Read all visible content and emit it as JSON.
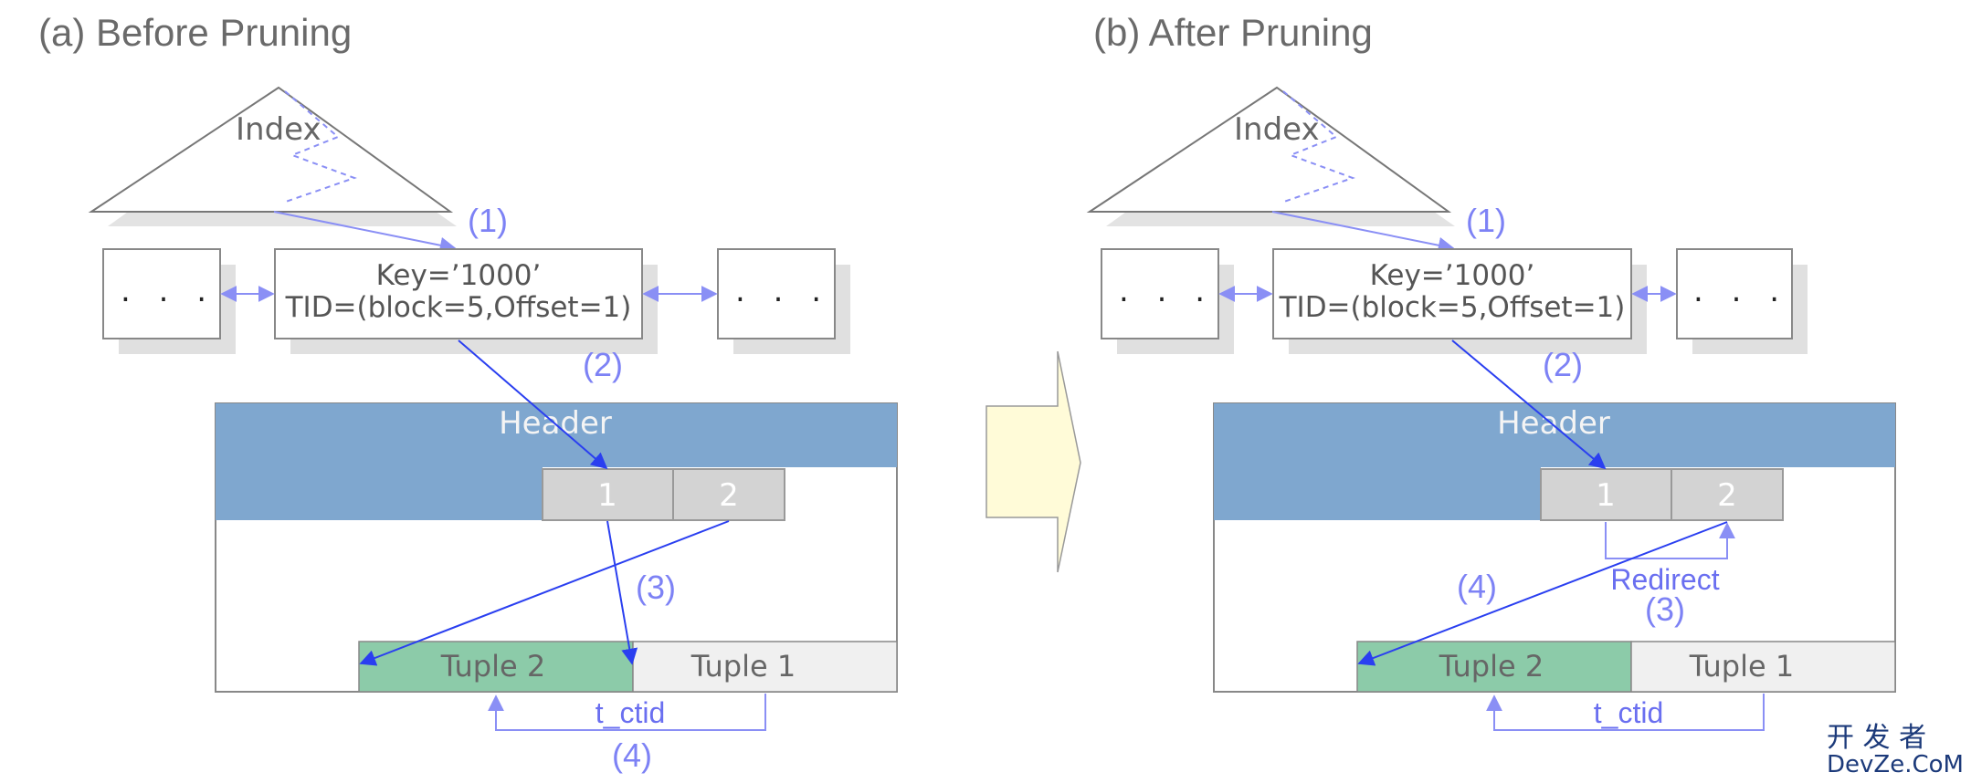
{
  "panels": [
    {
      "title": "(a) Before Pruning",
      "index_label": "Index",
      "key_line": "Key=’1000’",
      "tid_line": "TID=(block=5,Offset=1)",
      "ellipsis_left": ". . .",
      "ellipsis_right": ". . .",
      "header_label": "Header",
      "slot_1": "1",
      "slot_2": "2",
      "tuple_left": "Tuple  2",
      "tuple_right": "Tuple 1",
      "ctid_label": "t_ctid",
      "step_1": "(1)",
      "step_2": "(2)",
      "step_3": "(3)",
      "step_4": "(4)"
    },
    {
      "title": "(b) After Pruning",
      "index_label": "Index",
      "key_line": "Key=’1000’",
      "tid_line": "TID=(block=5,Offset=1)",
      "ellipsis_left": ". . .",
      "ellipsis_right": ". . .",
      "header_label": "Header",
      "slot_1": "1",
      "slot_2": "2",
      "tuple_left": "Tuple  2",
      "tuple_right": "Tuple 1",
      "ctid_label": "t_ctid",
      "redirect_label": "Redirect",
      "step_1": "(1)",
      "step_2": "(2)",
      "step_3": "(3)",
      "step_4": "(4)"
    }
  ],
  "watermark": {
    "line1": "开 发 者",
    "line2": "DevZe.CoM"
  },
  "colors": {
    "header_blue": "#7fa7cf",
    "tuple_green": "#8ccba9",
    "tuple_gray": "#f0f0f0",
    "slot_gray": "#d3d3d3",
    "arrow_blue": "#2a3ff0",
    "light_arrow": "#8a8ff5",
    "big_arrow_fill": "#fffbd8"
  }
}
